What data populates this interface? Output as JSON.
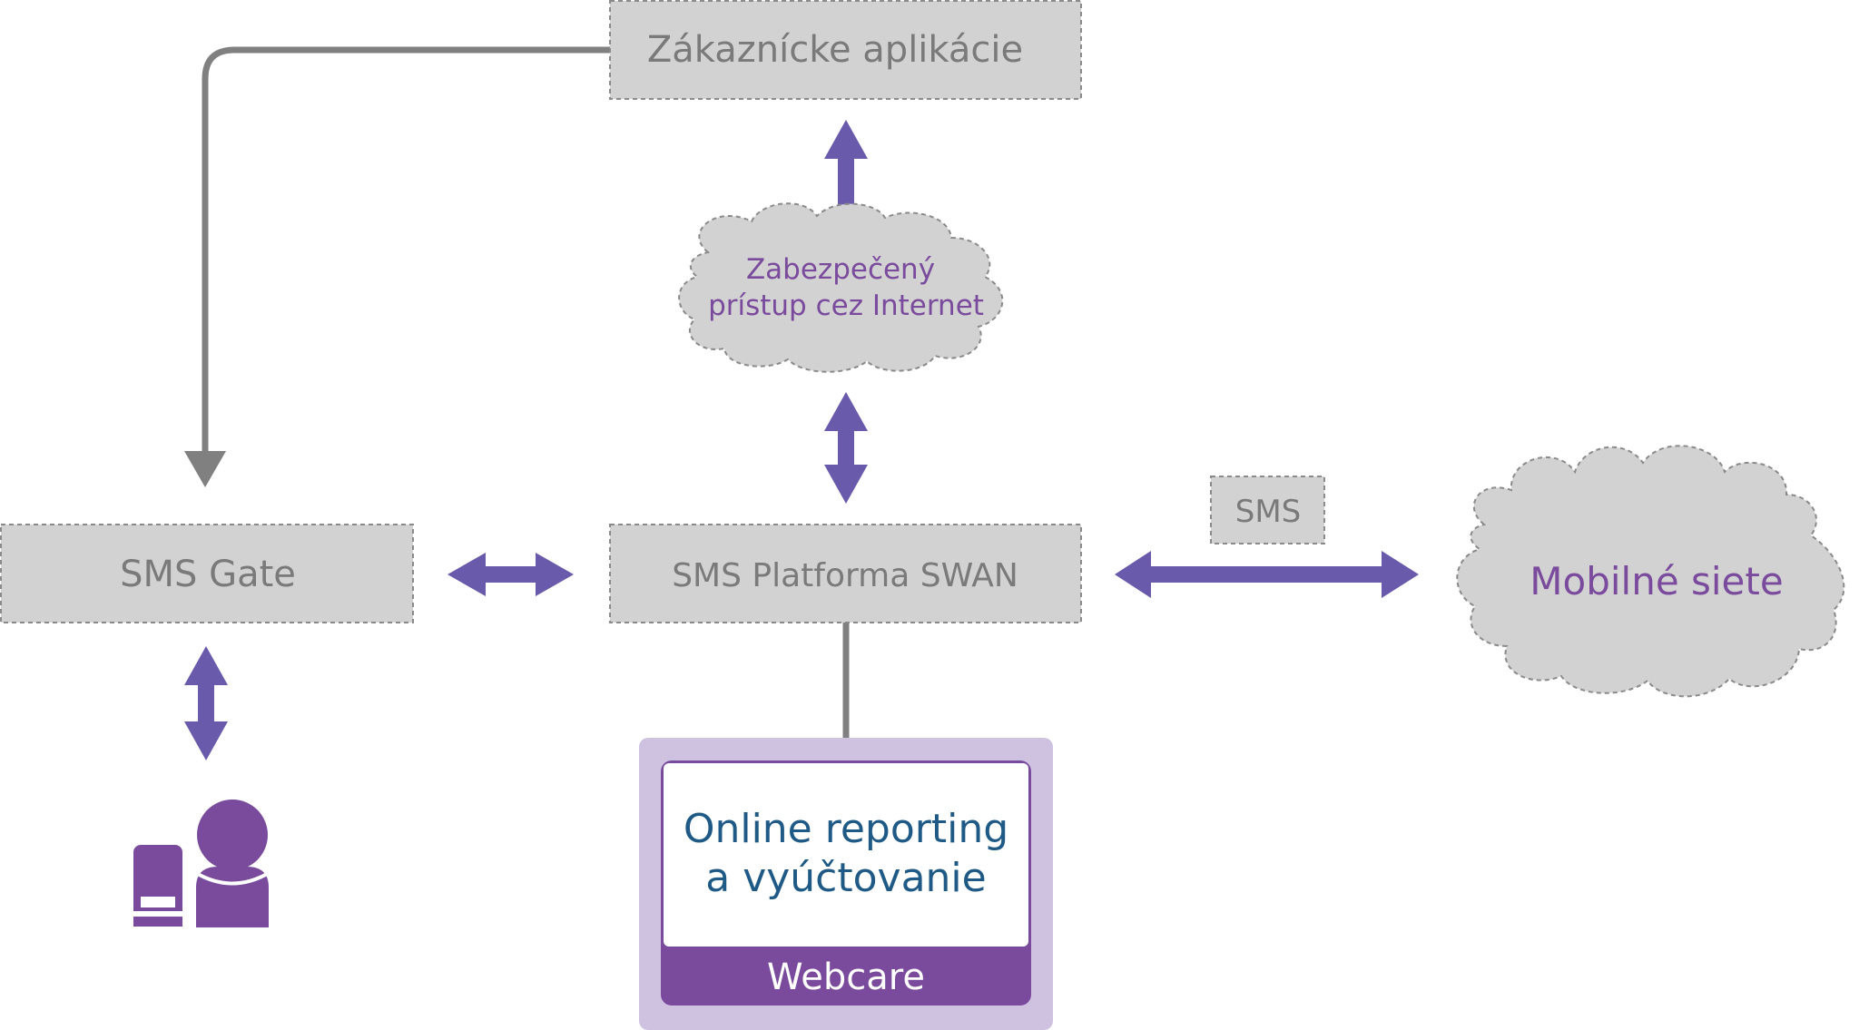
{
  "nodes": {
    "customer_apps": "Zákaznícke aplikácie",
    "secure_internet": [
      "Zabezpečený",
      "prístup cez Internet"
    ],
    "sms_gate": "SMS Gate",
    "sms_platform": "SMS Platforma SWAN",
    "sms_tag": "SMS",
    "mobile_networks": "Mobilné siete",
    "reporting": [
      "Online reporting",
      "a vyúčtovanie"
    ],
    "webcare": "Webcare"
  },
  "icons": {
    "user": "user-with-computer-icon"
  },
  "colors": {
    "box_fill": "#d2d2d3",
    "box_border": "#8a8a8a",
    "box_text": "#7a7a7a",
    "arrow_purple": "#6a5aab",
    "line_gray": "#808080",
    "accent_purple": "#7a4b9c",
    "reporting_text": "#1f5a86",
    "frame_lilac": "#cfc2e0"
  }
}
